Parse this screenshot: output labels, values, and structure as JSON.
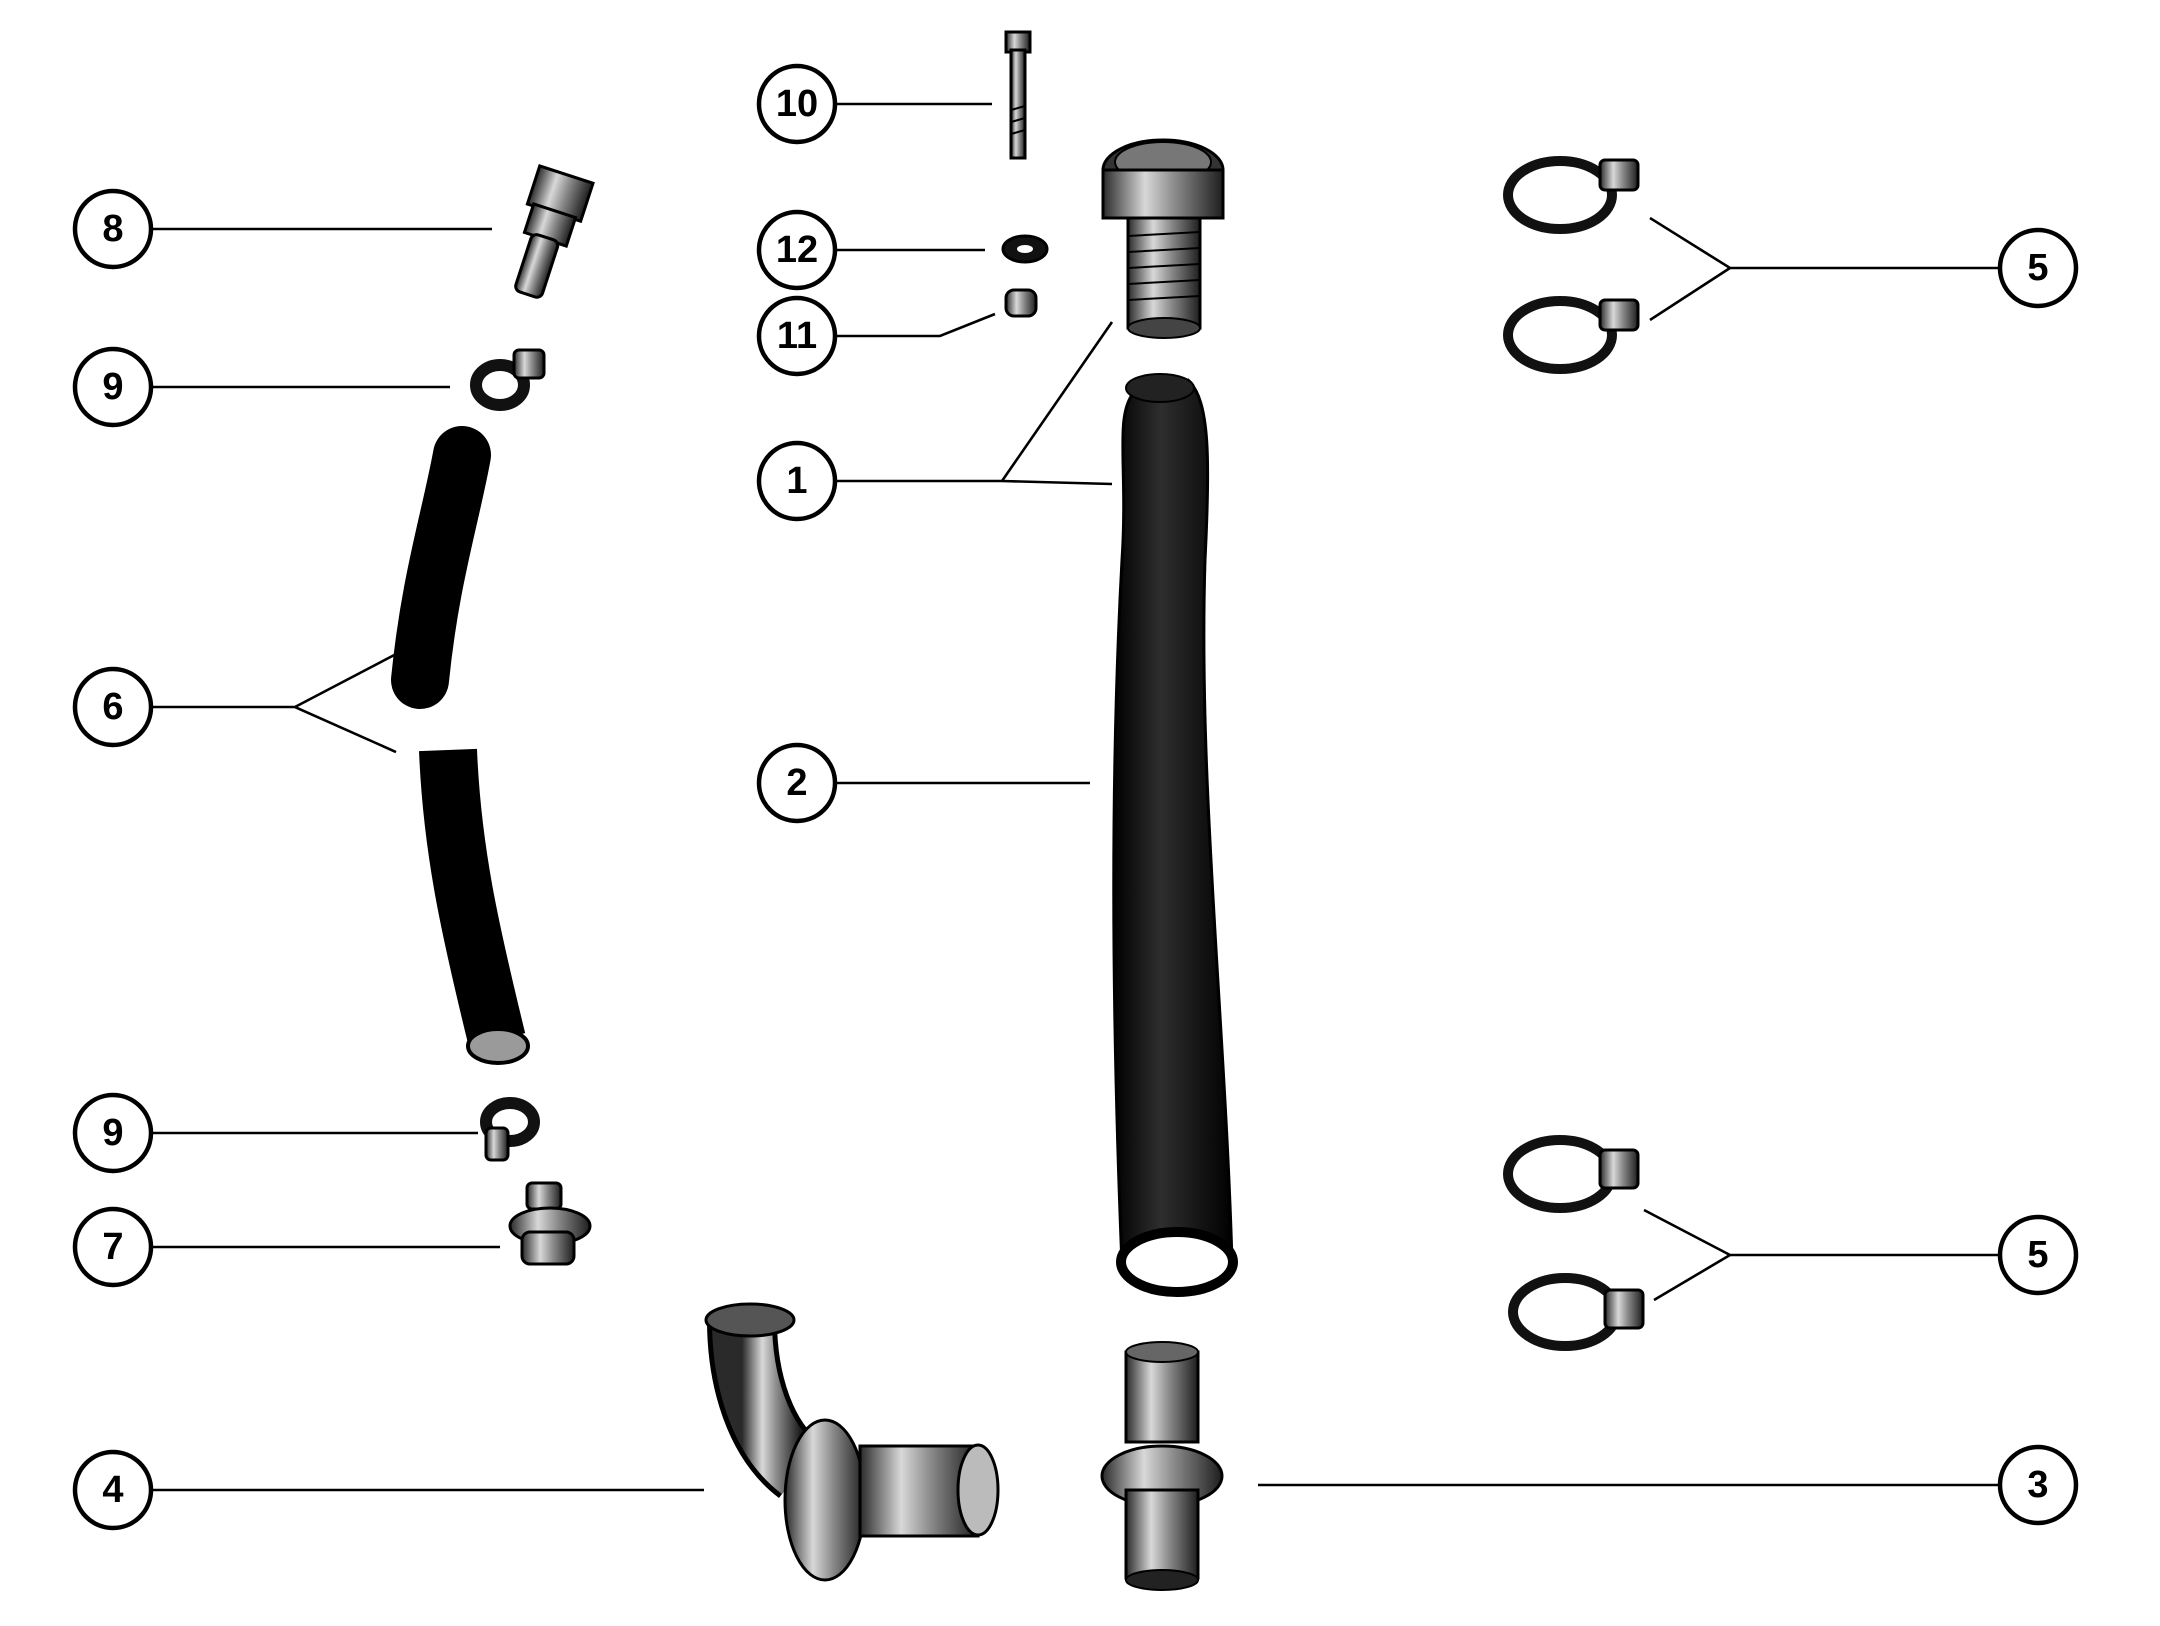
{
  "callouts": [
    {
      "label": "10",
      "part": "screw"
    },
    {
      "label": "8",
      "part": "hose-fitting"
    },
    {
      "label": "12",
      "part": "washer"
    },
    {
      "label": "11",
      "part": "nut"
    },
    {
      "label": "9",
      "part": "hose-clamp-small-upper"
    },
    {
      "label": "1",
      "part": "thru-hull-fitting-upper"
    },
    {
      "label": "5",
      "part": "hose-clamps-upper-pair"
    },
    {
      "label": "6",
      "part": "small-hose"
    },
    {
      "label": "2",
      "part": "exhaust-hose"
    },
    {
      "label": "9",
      "part": "hose-clamp-small-lower"
    },
    {
      "label": "7",
      "part": "drain-plug"
    },
    {
      "label": "5",
      "part": "hose-clamps-lower-pair"
    },
    {
      "label": "4",
      "part": "elbow-outlet"
    },
    {
      "label": "3",
      "part": "thru-hull-fitting-lower"
    }
  ],
  "colors": {
    "ink": "#000000",
    "metal": "#7a7a7a",
    "hose": "#111111",
    "background": "#ffffff"
  }
}
